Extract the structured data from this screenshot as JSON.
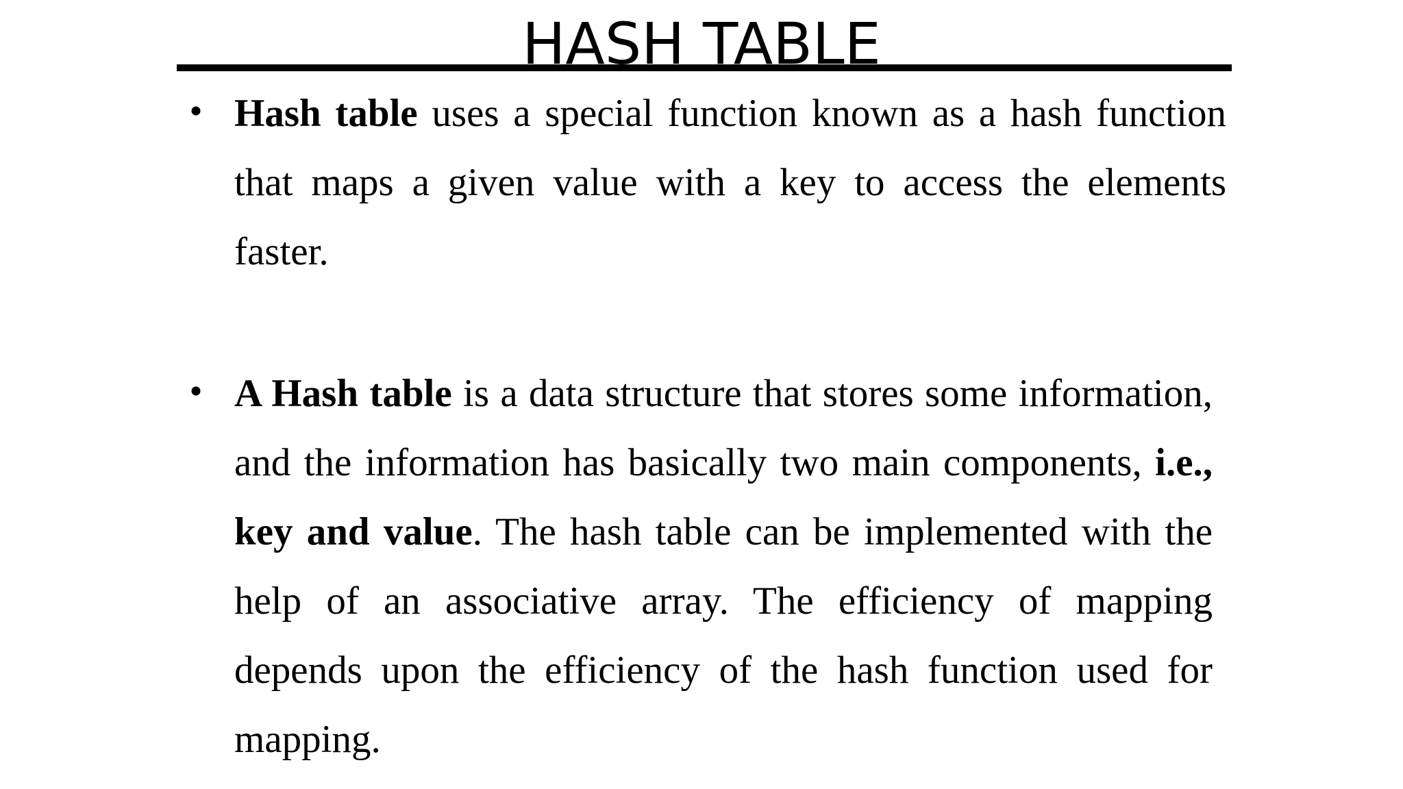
{
  "slide": {
    "title": "HASH TABLE",
    "bullet_symbol": "•",
    "bullets": [
      {
        "bold_lead": "Hash table",
        "text": " uses a special function known as a hash function that maps a given value with a key to access the elements faster."
      },
      {
        "bold_lead": "A Hash table",
        "text_before_emphasis": " is a data structure that stores some information, and the information has basically two main components, ",
        "emphasis": "i.e., key and value",
        "text_after_emphasis": ". The hash table can be implemented with the help of an associative array. The efficiency of mapping depends upon the efficiency of the hash function used for mapping."
      }
    ]
  }
}
